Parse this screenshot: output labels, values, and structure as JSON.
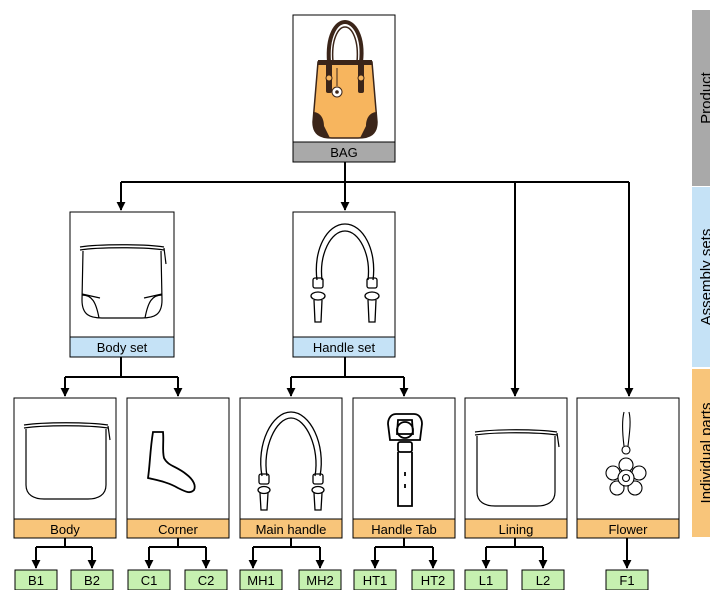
{
  "levels": [
    {
      "label": "Product",
      "color": "#a9a9a9"
    },
    {
      "label": "Assembly sets",
      "color": "#c5e2f6"
    },
    {
      "label": "Individual parts",
      "color": "#f8c57a"
    }
  ],
  "product": {
    "label": "BAG",
    "label_color": "#a9a9a9"
  },
  "assemblies": [
    {
      "label": "Body set"
    },
    {
      "label": "Handle set"
    }
  ],
  "parts": [
    {
      "label": "Body"
    },
    {
      "label": "Corner"
    },
    {
      "label": "Main handle"
    },
    {
      "label": "Handle Tab"
    },
    {
      "label": "Lining"
    },
    {
      "label": "Flower"
    }
  ],
  "codes": [
    "B1",
    "B2",
    "C1",
    "C2",
    "MH1",
    "MH2",
    "HT1",
    "HT2",
    "L1",
    "L2",
    "F1"
  ],
  "colors": {
    "product_label": "#a9a9a9",
    "assembly_label": "#c5e2f6",
    "part_label": "#f8c57a",
    "code_box": "#c6f0b0",
    "bag_fill": "#f7b55e",
    "bag_dark": "#3b2519"
  },
  "icons": {
    "bag": "handbag-icon",
    "body_set": "bag-body-outline-icon",
    "handle_set": "handle-strap-icon",
    "body": "bag-body-icon",
    "corner": "corner-piece-icon",
    "main_handle": "main-handle-icon",
    "handle_tab": "handle-tab-icon",
    "lining": "lining-icon",
    "flower": "flower-charm-icon"
  }
}
